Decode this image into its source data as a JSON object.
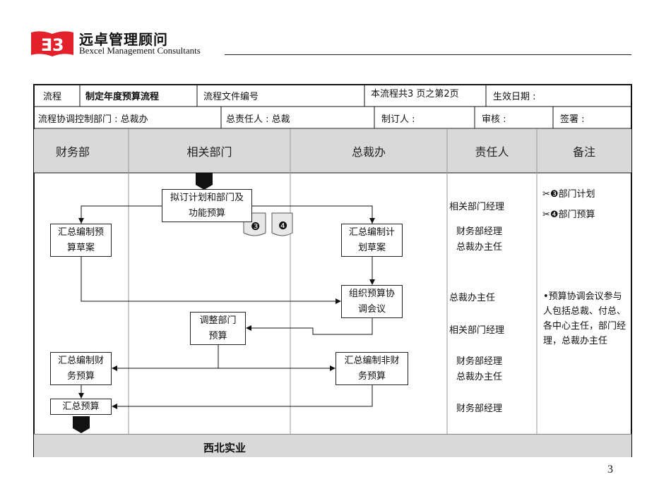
{
  "logo": {
    "cn": "远卓管理顾问",
    "en": "Bexcel Management Consultants"
  },
  "header": {
    "flow_label": "流程",
    "flow_name": "制定年度预算流程",
    "file_no_label": "流程文件编号",
    "pages": "本流程共3  页之第2页",
    "effective_date": "生效日期 :",
    "control_dept": "流程协调控制部门 : 总裁办",
    "owner": "总责任人 : 总裁",
    "drafter": "制订人 :",
    "reviewer": "审核 :",
    "signer": "签署 :"
  },
  "columns": [
    "财务部",
    "相关部门",
    "总裁办",
    "责任人",
    "备注"
  ],
  "boxes": {
    "draft_plan": "拟订计划和部门及功能预算",
    "fin_draft": "汇总编制预算草案",
    "plan_draft": "汇总编制计划草案",
    "meeting": "组织预算协调会议",
    "adjust": "调整部门预算",
    "fin_budget": "汇总编制财务预算",
    "nonfin_budget": "汇总编制非财务预算",
    "total": "汇总预算"
  },
  "docs": [
    "❸",
    "❹"
  ],
  "responsible": [
    "相关部门经理",
    "财务部经理",
    "总裁办主任",
    "总裁办主任",
    "相关部门经理",
    "财务部经理",
    "总裁办主任",
    "财务部经理"
  ],
  "remarks": {
    "item3": "✂❸部门计划",
    "item4": "✂❹部门预算",
    "meeting_note": "•预算协调会议参与人包括总裁、付总、各中心主任，部门经理，总裁办主任"
  },
  "footer": "西北实业",
  "page_number": "3"
}
